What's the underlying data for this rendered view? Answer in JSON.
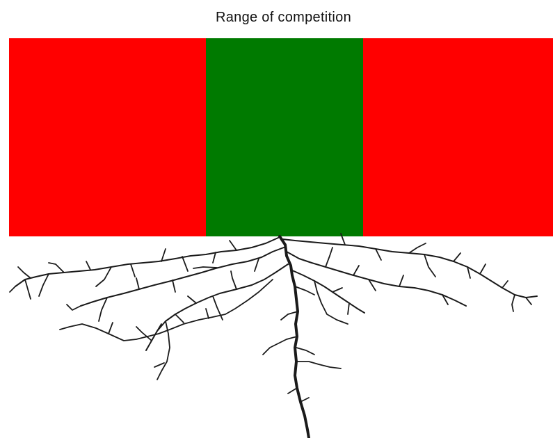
{
  "title": "Range of competition",
  "zones": [
    {
      "id": "left",
      "color": "#ff0000"
    },
    {
      "id": "center",
      "color": "#007a00"
    },
    {
      "id": "right",
      "color": "#ff0000"
    }
  ],
  "root_color": "#1a1a1a"
}
